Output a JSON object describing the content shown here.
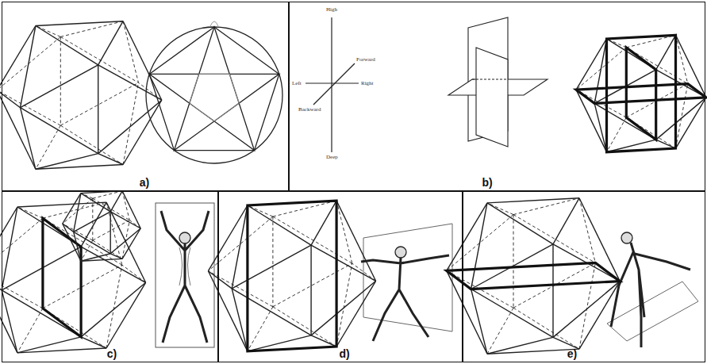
{
  "diagram": {
    "nodes": [
      {
        "text": [
          "a)"
        ]
      },
      {
        "text": [
          "b)"
        ]
      },
      {
        "text": [
          "c)"
        ]
      },
      {
        "text": [
          "d)"
        ]
      },
      {
        "text": [
          "e)"
        ]
      }
    ],
    "labels": [
      "High",
      "Deep",
      "Left",
      "Right",
      "Forward",
      "Backward"
    ]
  }
}
